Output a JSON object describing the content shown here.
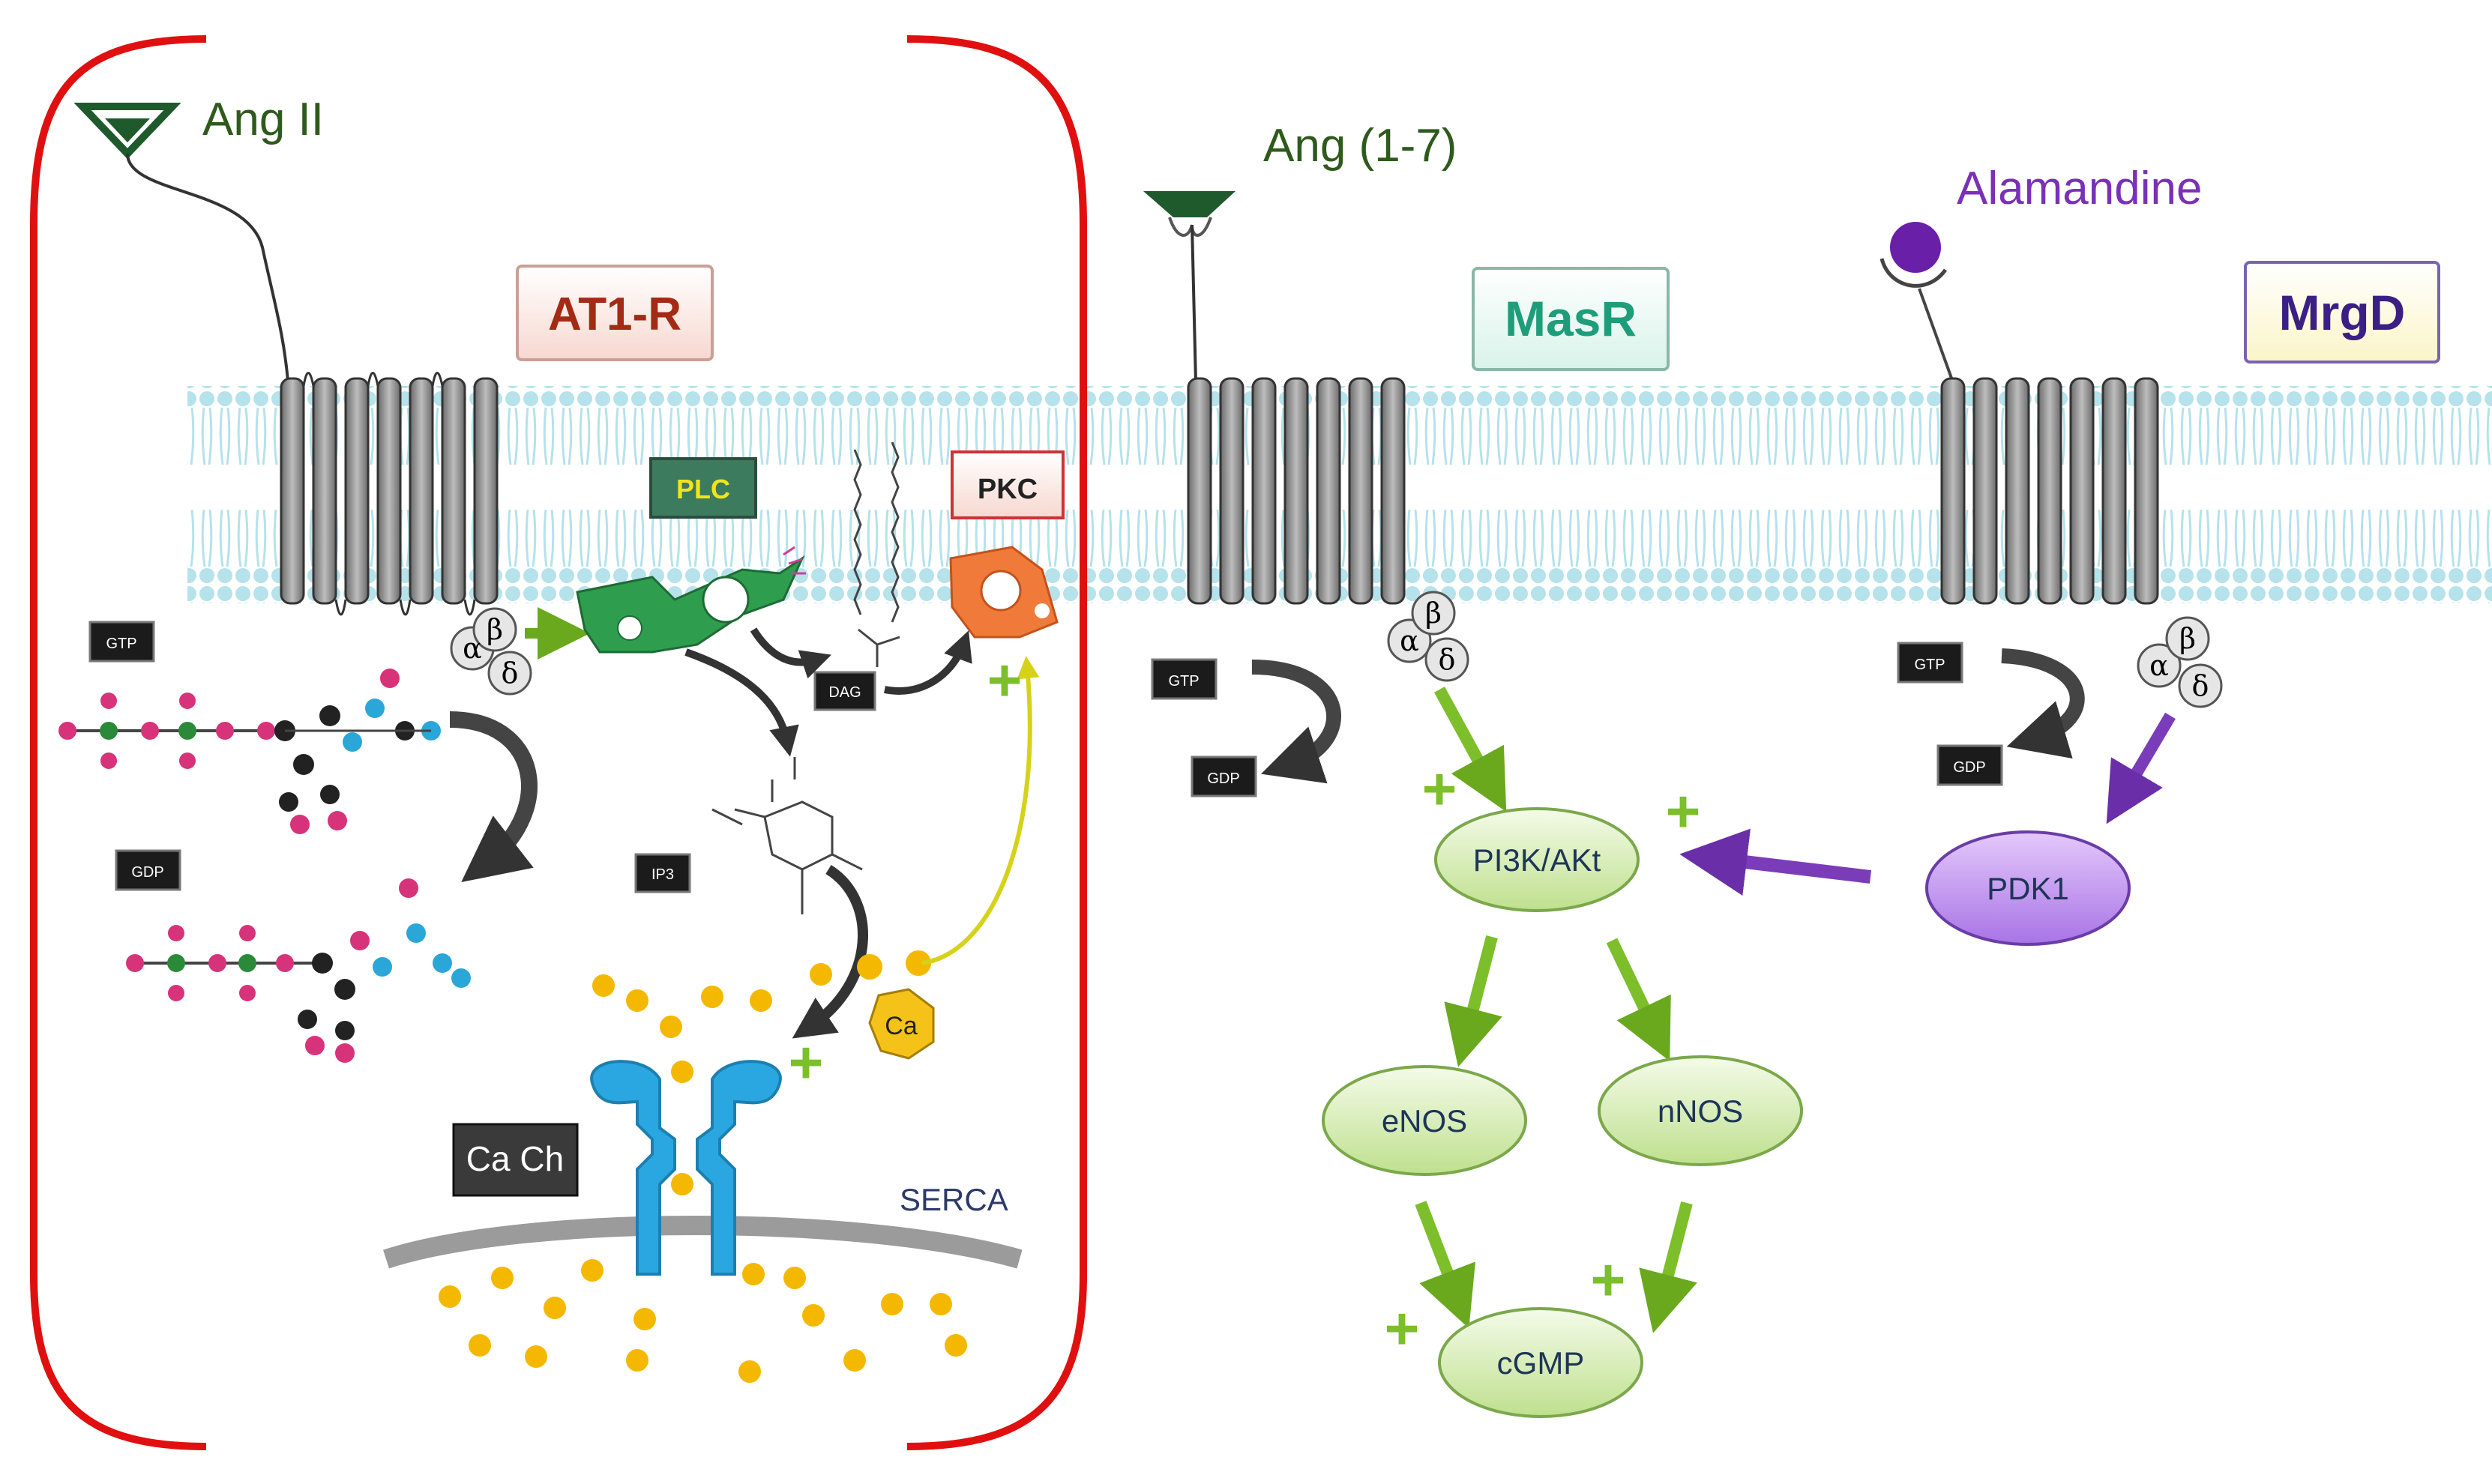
{
  "ligands": {
    "ang2": "Ang II",
    "ang17": "Ang (1-7)",
    "alamandine": "Alamandine"
  },
  "receptors": {
    "at1r": "AT1-R",
    "masr": "MasR",
    "mrgd": "MrgD"
  },
  "subunits": {
    "alpha": "α",
    "beta": "β",
    "delta": "δ"
  },
  "enzymes": {
    "plc": "PLC",
    "pkc": "PKC",
    "pi3k": "PI3K/AKt",
    "pdk1": "PDK1",
    "enos": "eNOS",
    "nnos": "nNOS",
    "cgmp": "cGMP"
  },
  "small_labels": {
    "gtp": "GTP",
    "gdp": "GDP",
    "dag": "DAG",
    "ip3": "IP3"
  },
  "calcium": {
    "ca": "Ca",
    "ca_channel": "Ca Ch",
    "serca": "SERCA"
  },
  "plus_sign": "+",
  "colors": {
    "cell_border": "#e01010",
    "membrane": "#cdeef3",
    "ang_text": "#2e5a1c",
    "alamandine_text": "#7a30b8",
    "green_arrow": "#7cbf2a",
    "purple_arrow": "#7a3cb8",
    "calcium": "#f5b800",
    "channel": "#2aa7e0"
  }
}
